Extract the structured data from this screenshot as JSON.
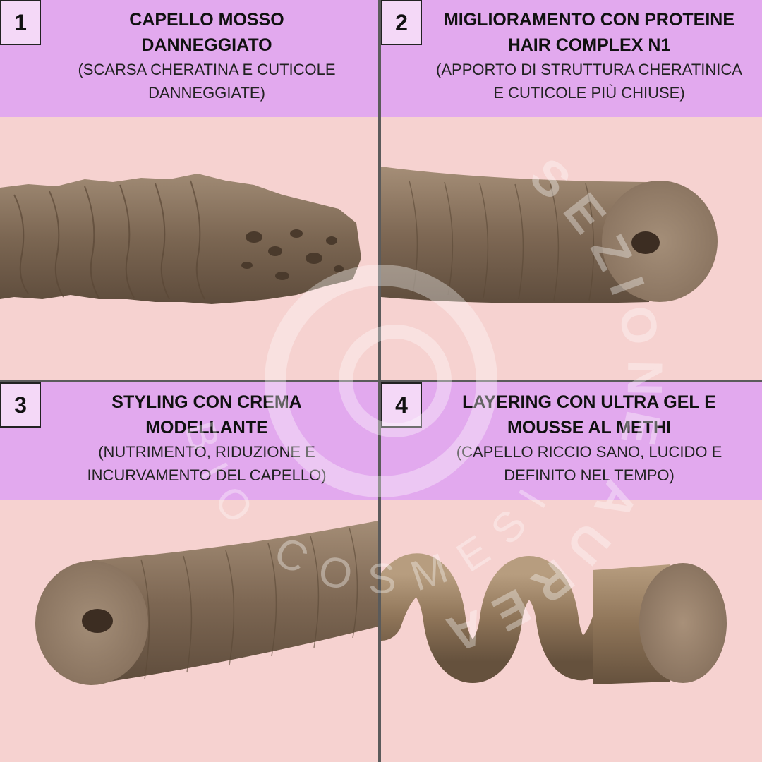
{
  "panels": [
    {
      "number": "1",
      "title_line1": "CAPELLO MOSSO",
      "title_line2": "DANNEGGIATO",
      "sub_line1": "(SCARSA CHERATINA E CUTICOLE",
      "sub_line2": "DANNEGGIATE)"
    },
    {
      "number": "2",
      "title_line1": "MIGLIORAMENTO CON PROTEINE",
      "title_line2": "HAIR COMPLEX N1",
      "sub_line1": "(APPORTO DI STRUTTURA CHERATINICA",
      "sub_line2": "E CUTICOLE PIÙ CHIUSE)"
    },
    {
      "number": "3",
      "title_line1": "STYLING CON CREMA",
      "title_line2": "MODELLANTE",
      "sub_line1": "(NUTRIMENTO, RIDUZIONE E",
      "sub_line2": "INCURVAMENTO DEL CAPELLO)"
    },
    {
      "number": "4",
      "title_line1": "LAYERING CON ULTRA GEL E",
      "title_line2": "MOUSSE AL METHI",
      "sub_line1": "(CAPELLO RICCIO SANO, LUCIDO E",
      "sub_line2": "DEFINITO NEL TEMPO)"
    }
  ],
  "watermark": {
    "outer": "SEZIONE AUREA",
    "inner": "BIO COSMESI"
  },
  "colors": {
    "header": "#e2a9ee",
    "number_box": "#f4d8f7",
    "background": "#f6d2d0",
    "hair": "#8a7560",
    "divider": "#5b5b5b"
  }
}
